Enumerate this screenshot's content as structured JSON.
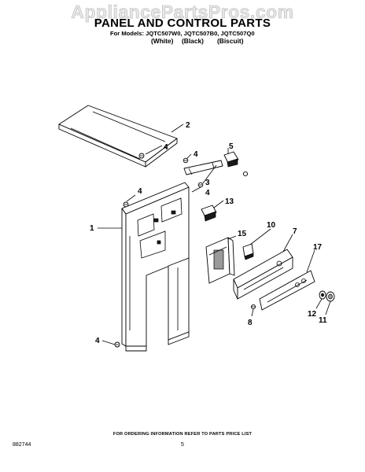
{
  "watermark": "AppliancePartsPros.com",
  "title": "PANEL AND CONTROL PARTS",
  "models_line": "For Models: JQTC507W0, JQTC507B0, JQTC507Q0",
  "color_labels": [
    "(White)",
    "(Black)",
    "(Biscuit)"
  ],
  "callouts": [
    {
      "id": "c2",
      "text": "2"
    },
    {
      "id": "c4a",
      "text": "4"
    },
    {
      "id": "c4b",
      "text": "4"
    },
    {
      "id": "c5",
      "text": "5"
    },
    {
      "id": "c3",
      "text": "3"
    },
    {
      "id": "c4c",
      "text": "4"
    },
    {
      "id": "c4d",
      "text": "4"
    },
    {
      "id": "c13",
      "text": "13"
    },
    {
      "id": "c1",
      "text": "1"
    },
    {
      "id": "c10",
      "text": "10"
    },
    {
      "id": "c15",
      "text": "15"
    },
    {
      "id": "c7",
      "text": "7"
    },
    {
      "id": "c17",
      "text": "17"
    },
    {
      "id": "c4e",
      "text": "4"
    },
    {
      "id": "c8",
      "text": "8"
    },
    {
      "id": "c12",
      "text": "12"
    },
    {
      "id": "c11",
      "text": "11"
    }
  ],
  "footer": "FOR ORDERING INFORMATION REFER TO PARTS PRICE LIST",
  "doc_number": "882744",
  "page_number": "5"
}
